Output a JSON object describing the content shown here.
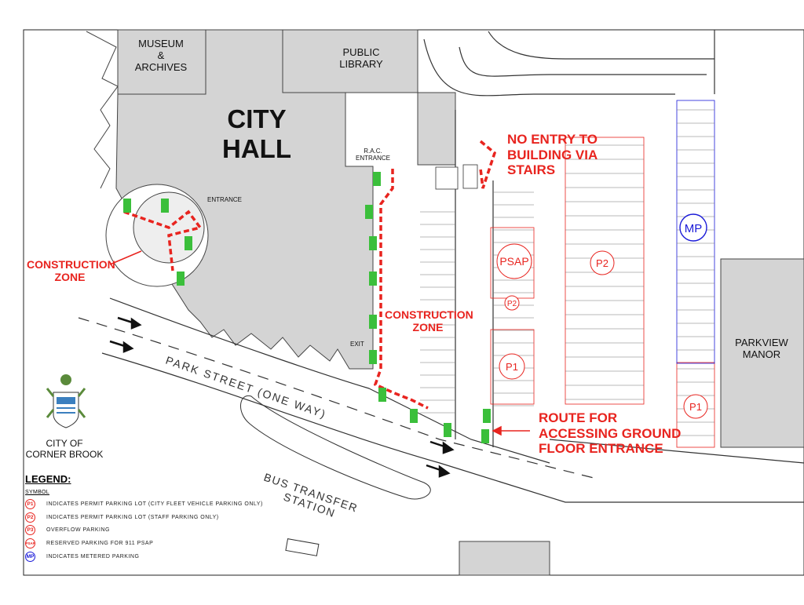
{
  "buildings": {
    "museum": "MUSEUM & ARCHIVES",
    "museum_lines": [
      "MUSEUM",
      "&",
      "ARCHIVES"
    ],
    "library_lines": [
      "PUBLIC",
      "LIBRARY"
    ],
    "city_hall_lines": [
      "CITY",
      "HALL"
    ],
    "parkview_lines": [
      "PARKVIEW",
      "MANOR"
    ]
  },
  "labels": {
    "entrance": "ENTRANCE",
    "rac_entrance_lines": [
      "R.A.C.",
      "ENTRANCE"
    ],
    "exit": "EXIT",
    "park_street": "PARK STREET (ONE WAY)",
    "bus_station_lines": [
      "BUS TRANSFER",
      "STATION"
    ],
    "psap": "PSAP",
    "p1": "P1",
    "p2": "P2",
    "mp": "MP"
  },
  "notes": {
    "no_entry_lines": [
      "NO ENTRY TO",
      "BUILDING VIA",
      "STAIRS"
    ],
    "construction_zone_1_lines": [
      "CONSTRUCTION",
      "ZONE"
    ],
    "construction_zone_2_lines": [
      "CONSTRUCTION",
      "ZONE"
    ],
    "route_lines": [
      "ROUTE FOR",
      "ACCESSING GROUND",
      "FLOOR ENTRANCE"
    ]
  },
  "city": {
    "name_lines": [
      "CITY OF",
      "CORNER BROOK"
    ]
  },
  "legend": {
    "title": "LEGEND:",
    "subtitle": "SYMBOL",
    "items": [
      {
        "symbol": "P1",
        "text": "INDICATES PERMIT PARKING LOT (CITY FLEET VEHICLE PARKING ONLY)",
        "color": "#e8241f"
      },
      {
        "symbol": "P2",
        "text": "INDICATES PERMIT PARKING LOT (STAFF PARKING ONLY)",
        "color": "#e8241f"
      },
      {
        "symbol": "P3",
        "text": "OVERFLOW PARKING",
        "color": "#e8241f"
      },
      {
        "symbol": "PSAP",
        "text": "RESERVED PARKING FOR 911 PSAP",
        "color": "#e8241f"
      },
      {
        "symbol": "MP",
        "text": "INDICATES METERED PARKING",
        "color": "#1a1ad8"
      }
    ]
  },
  "colors": {
    "building": "#d4d4d4",
    "route": "#e8241f",
    "arrow_green": "#3bbf3b",
    "metered": "#1a1ad8",
    "permit": "#e8241f"
  }
}
